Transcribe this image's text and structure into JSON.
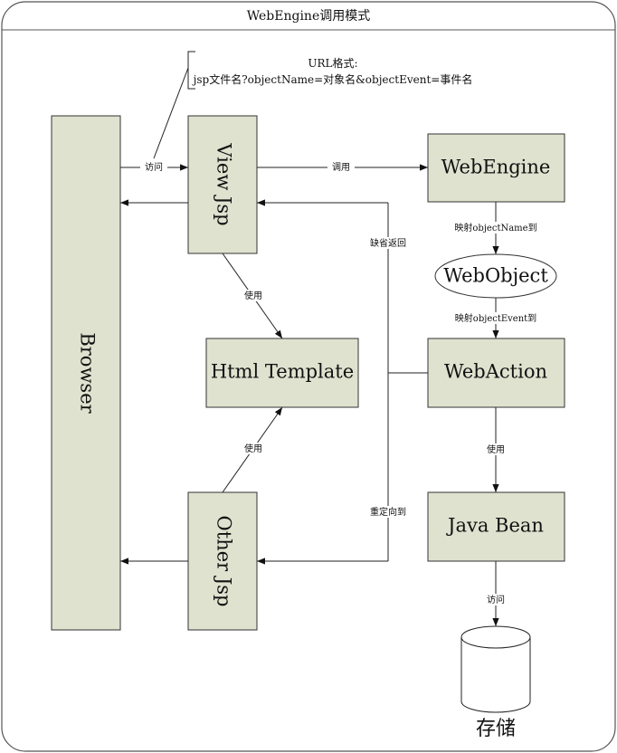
{
  "diagram": {
    "title": "WebEngine调用模式",
    "note_line1": "URL格式:",
    "note_line2": "jsp文件名?objectName=对象名&objectEvent=事件名",
    "nodes": {
      "browser": "Browser",
      "view_jsp": "View Jsp",
      "other_jsp": "Other Jsp",
      "html_template": "Html Template",
      "web_engine": "WebEngine",
      "web_object": "WebObject",
      "web_action": "WebAction",
      "java_bean": "Java Bean",
      "storage": "存储"
    },
    "edges": {
      "browser_to_view": "访问",
      "view_to_engine": "调用",
      "engine_to_object": "映射objectName到",
      "object_to_action": "映射objectEvent到",
      "view_uses_template": "使用",
      "other_uses_template": "使用",
      "default_return": "缺省返回",
      "redirect": "重定向到",
      "action_uses_bean": "使用",
      "bean_to_storage": "访问"
    }
  }
}
